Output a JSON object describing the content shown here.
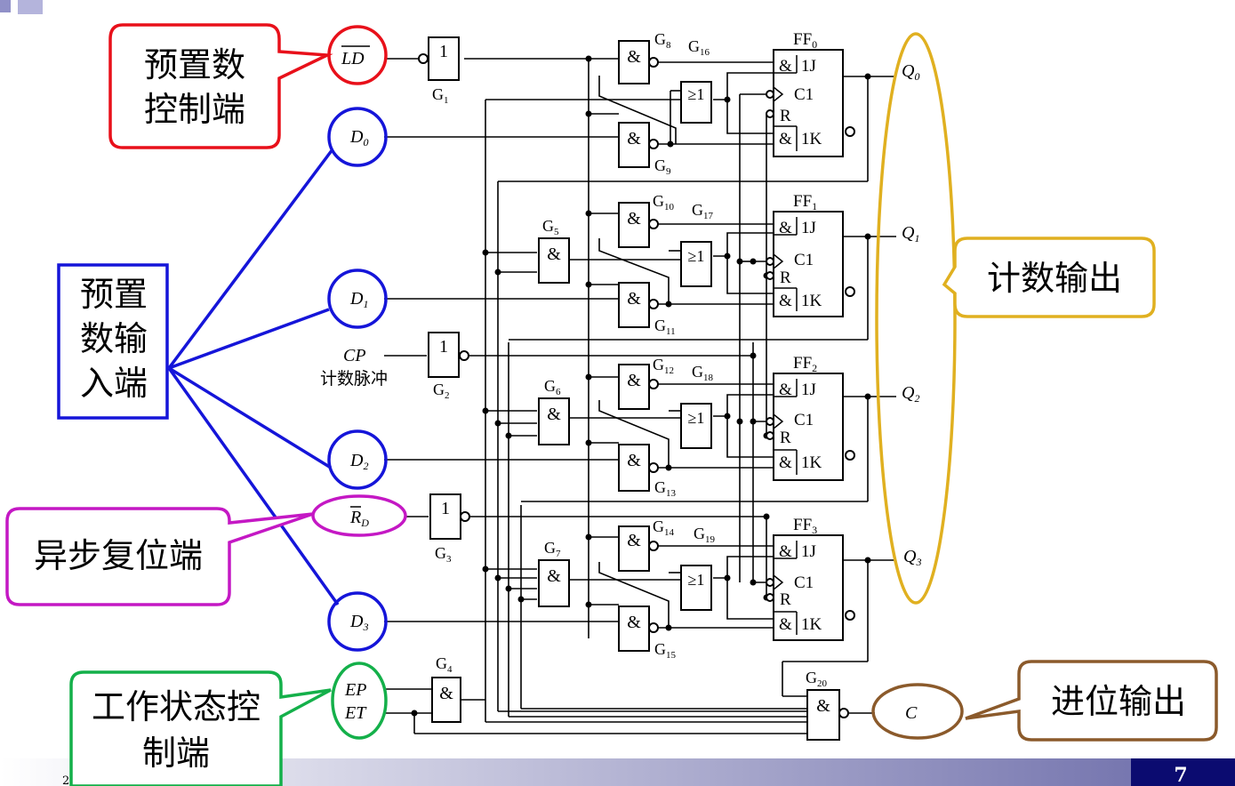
{
  "callouts": {
    "preset_control": {
      "line1": "预置数",
      "line2": "控制端",
      "color": "#e8101a"
    },
    "preset_input": {
      "line1": "预置",
      "line2": "数输",
      "line3": "入端",
      "color": "#1515d9"
    },
    "async_reset": {
      "label": "异步复位端",
      "color": "#c418c4"
    },
    "work_state": {
      "line1": "工作状态控",
      "line2": "制端",
      "color": "#14b04a"
    },
    "count_output": {
      "label": "计数输出",
      "color": "#e0b020"
    },
    "carry_output": {
      "label": "进位输出",
      "color": "#8b5a2b"
    }
  },
  "inputs": {
    "ld": "LD",
    "d0": "D",
    "d0_sub": "0",
    "d1": "D",
    "d1_sub": "1",
    "d2": "D",
    "d2_sub": "2",
    "d3": "D",
    "d3_sub": "3",
    "cp": "CP",
    "cp_caption": "计数脉冲",
    "rd": "R",
    "rd_sub": "D",
    "ep": "EP",
    "et": "ET"
  },
  "outputs": {
    "q0": "Q",
    "q0_sub": "0",
    "q1": "Q",
    "q1_sub": "1",
    "q2": "Q",
    "q2_sub": "2",
    "q3": "Q",
    "q3_sub": "3",
    "c": "C"
  },
  "gates": {
    "one": "1",
    "and": "&",
    "or": "≥1",
    "g1": "G",
    "g1_sub": "1",
    "g2": "G",
    "g2_sub": "2",
    "g3": "G",
    "g3_sub": "3",
    "g4": "G",
    "g4_sub": "4",
    "g5": "G",
    "g5_sub": "5",
    "g6": "G",
    "g6_sub": "6",
    "g7": "G",
    "g7_sub": "7",
    "g8": "G",
    "g8_sub": "8",
    "g9": "G",
    "g9_sub": "9",
    "g10": "G",
    "g10_sub": "10",
    "g11": "G",
    "g11_sub": "11",
    "g12": "G",
    "g12_sub": "12",
    "g13": "G",
    "g13_sub": "13",
    "g14": "G",
    "g14_sub": "14",
    "g15": "G",
    "g15_sub": "15",
    "g16": "G",
    "g16_sub": "16",
    "g17": "G",
    "g17_sub": "17",
    "g18": "G",
    "g18_sub": "18",
    "g19": "G",
    "g19_sub": "19",
    "g20": "G",
    "g20_sub": "20"
  },
  "flipflops": {
    "ff0": "FF",
    "ff0_sub": "0",
    "ff1": "FF",
    "ff1_sub": "1",
    "ff2": "FF",
    "ff2_sub": "2",
    "ff3": "FF",
    "ff3_sub": "3",
    "j": "1J",
    "c1": "C1",
    "r": "R",
    "k": "1K",
    "and": "&"
  },
  "footer": {
    "page_number": "7",
    "left_mark": "2"
  }
}
